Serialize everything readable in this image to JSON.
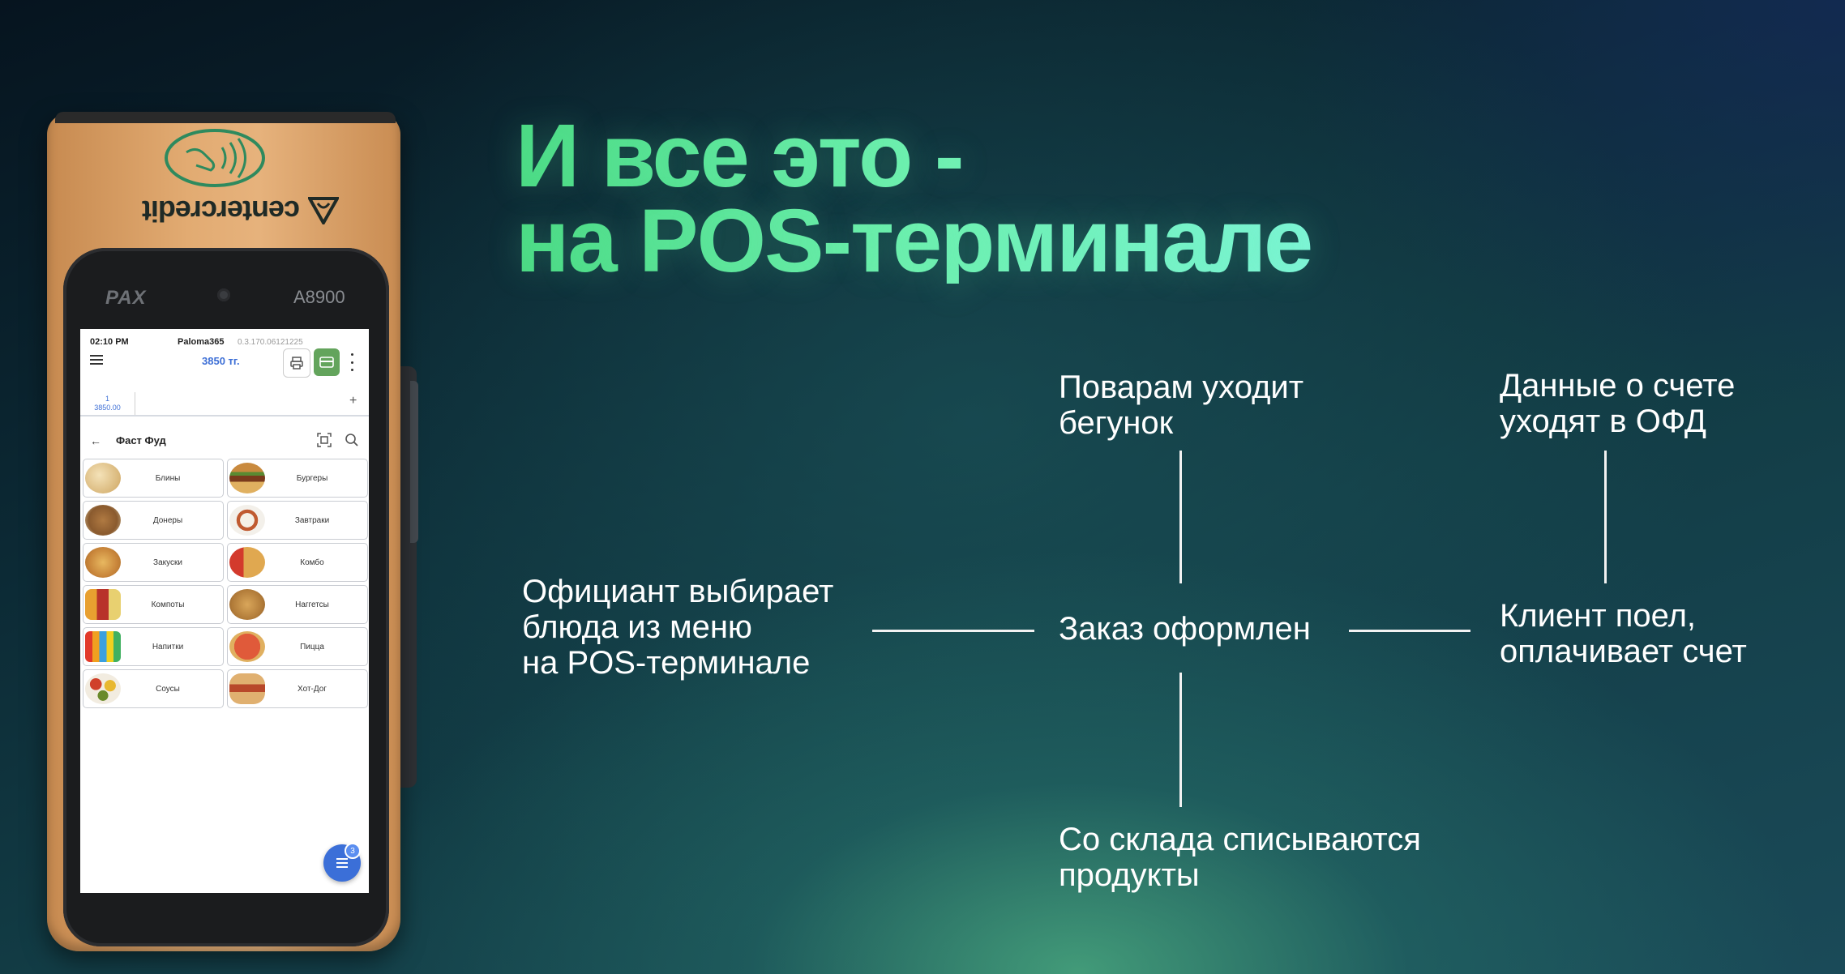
{
  "headline": {
    "line1": "И все это -",
    "line2": "на POS-терминале"
  },
  "flow": {
    "waiter": {
      "line1": "Официант выбирает",
      "line2": "блюда из меню",
      "line3": "на POS-терминале"
    },
    "order": "Заказ оформлен",
    "cooks": {
      "line1": "Поварам уходит",
      "line2": "бегунок"
    },
    "stock": {
      "line1": "Со склада списываются",
      "line2": "продукты"
    },
    "client": {
      "line1": "Клиент поел,",
      "line2": "оплачивает счет"
    },
    "ofd": {
      "line1": "Данные о счете",
      "line2": "уходят в ОФД"
    }
  },
  "device": {
    "brand": "centercredit",
    "maker": "PAX",
    "model": "A8900",
    "color": "#e2ab72"
  },
  "screen": {
    "status": {
      "time": "02:10 PM",
      "app": "Paloma365",
      "version": "0.3.170.06121225"
    },
    "toolbar": {
      "total": "3850 тг.",
      "accent": "#3d6fd6",
      "pay_color": "#63a45c"
    },
    "tabs": [
      {
        "number": "1",
        "amount": "3850.00"
      }
    ],
    "tab_add": "+",
    "category": {
      "back": "←",
      "title": "Фаст Фуд"
    },
    "items": [
      {
        "label": "Блины",
        "icon": "pancakes"
      },
      {
        "label": "Бургеры",
        "icon": "burger"
      },
      {
        "label": "Донеры",
        "icon": "doner"
      },
      {
        "label": "Завтраки",
        "icon": "breakfast"
      },
      {
        "label": "Закуски",
        "icon": "snacks"
      },
      {
        "label": "Комбо",
        "icon": "combo"
      },
      {
        "label": "Компоты",
        "icon": "compote"
      },
      {
        "label": "Наггетсы",
        "icon": "nuggets"
      },
      {
        "label": "Напитки",
        "icon": "drinks"
      },
      {
        "label": "Пицца",
        "icon": "pizza"
      },
      {
        "label": "Соусы",
        "icon": "sauces"
      },
      {
        "label": "Хот-Дог",
        "icon": "hotdog"
      }
    ],
    "cart": {
      "count": "3",
      "icon": "list-icon"
    }
  }
}
